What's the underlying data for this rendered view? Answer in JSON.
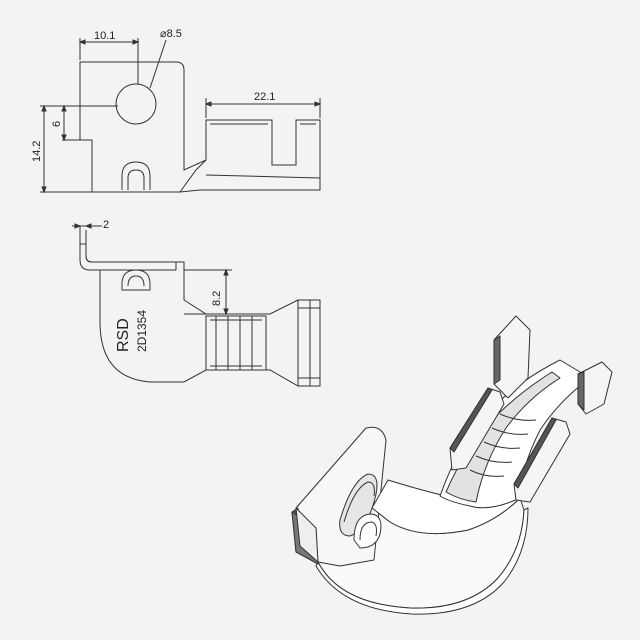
{
  "dimensions": {
    "width_top": "10.1",
    "hole_diameter": "⌀8.5",
    "offset_6": "6",
    "height_total": "14.2",
    "length_barrel": "22.1",
    "thickness": "2",
    "barrel_height": "8.2"
  },
  "marking": {
    "brand": "RSD",
    "part_code": "2D1354"
  },
  "colors": {
    "line": "#333333",
    "background": "#f3f3f3",
    "face_dark": "#555555"
  }
}
